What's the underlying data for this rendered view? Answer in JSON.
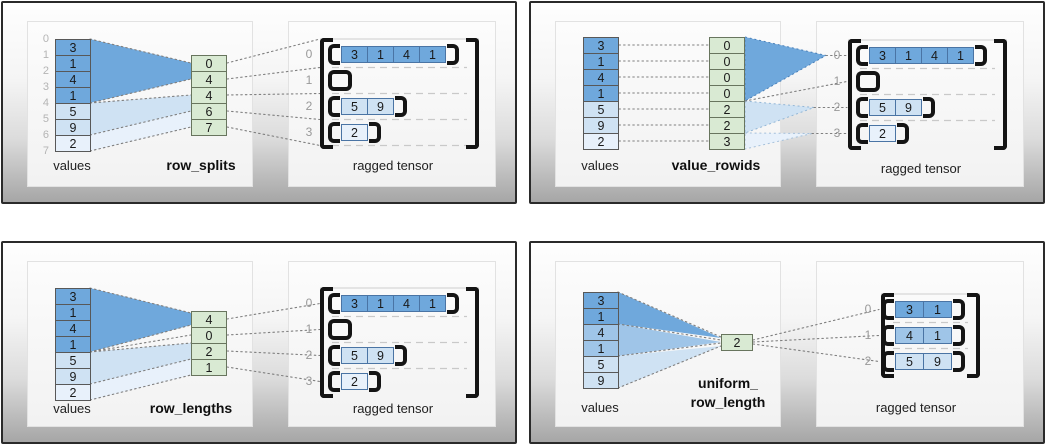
{
  "colors": {
    "cell_dark": "#6fa8dc",
    "cell_medium": "#9fc5e8",
    "cell_light": "#cfe2f3",
    "cell_lightest": "#e8f1fb",
    "key_cell_green": "#d9ead3",
    "connector_gray": "#7f7f7f",
    "separator_gray": "#c9c9c9",
    "bracket_black": "#141414"
  },
  "quads": [
    {
      "values_label": "values",
      "key_label_lines": [
        "row_splits"
      ],
      "ragged_label": "ragged tensor",
      "value_indices": [
        "0",
        "1",
        "2",
        "3",
        "4",
        "5",
        "6",
        "7"
      ],
      "values": [
        "3",
        "1",
        "4",
        "1",
        "5",
        "9",
        "2"
      ],
      "value_shades": [
        "dark",
        "dark",
        "dark",
        "dark",
        "light",
        "light",
        "lightest"
      ],
      "key_values": [
        "0",
        "4",
        "4",
        "6",
        "7"
      ],
      "ragged_rows": [
        {
          "label": "0",
          "cells": [
            "3",
            "1",
            "4",
            "1"
          ],
          "shade": "dark"
        },
        {
          "label": "1",
          "cells": [],
          "shade": "dark"
        },
        {
          "label": "2",
          "cells": [
            "5",
            "9"
          ],
          "shade": "light"
        },
        {
          "label": "3",
          "cells": [
            "2"
          ],
          "shade": "lightest"
        }
      ]
    },
    {
      "values_label": "values",
      "key_label_lines": [
        "value_rowids"
      ],
      "ragged_label": "ragged tensor",
      "values": [
        "3",
        "1",
        "4",
        "1",
        "5",
        "9",
        "2"
      ],
      "value_shades": [
        "dark",
        "dark",
        "dark",
        "dark",
        "light",
        "light",
        "lightest"
      ],
      "key_values": [
        "0",
        "0",
        "0",
        "0",
        "2",
        "2",
        "3"
      ],
      "ragged_rows": [
        {
          "label": "0",
          "cells": [
            "3",
            "1",
            "4",
            "1"
          ],
          "shade": "dark"
        },
        {
          "label": "1",
          "cells": [],
          "shade": "dark"
        },
        {
          "label": "2",
          "cells": [
            "5",
            "9"
          ],
          "shade": "light"
        },
        {
          "label": "3",
          "cells": [
            "2"
          ],
          "shade": "lightest"
        }
      ]
    },
    {
      "values_label": "values",
      "key_label_lines": [
        "row_lengths"
      ],
      "ragged_label": "ragged tensor",
      "values": [
        "3",
        "1",
        "4",
        "1",
        "5",
        "9",
        "2"
      ],
      "value_shades": [
        "dark",
        "dark",
        "dark",
        "dark",
        "light",
        "light",
        "lightest"
      ],
      "key_values": [
        "4",
        "0",
        "2",
        "1"
      ],
      "ragged_rows": [
        {
          "label": "0",
          "cells": [
            "3",
            "1",
            "4",
            "1"
          ],
          "shade": "dark"
        },
        {
          "label": "1",
          "cells": [],
          "shade": "dark"
        },
        {
          "label": "2",
          "cells": [
            "5",
            "9"
          ],
          "shade": "light"
        },
        {
          "label": "3",
          "cells": [
            "2"
          ],
          "shade": "lightest"
        }
      ]
    },
    {
      "values_label": "values",
      "key_label_lines": [
        "uniform_",
        "row_length"
      ],
      "ragged_label": "ragged tensor",
      "values": [
        "3",
        "1",
        "4",
        "1",
        "5",
        "9"
      ],
      "value_shades": [
        "dark",
        "dark",
        "medium",
        "medium",
        "light",
        "light"
      ],
      "key_values": [
        "2"
      ],
      "ragged_rows": [
        {
          "label": "0",
          "cells": [
            "3",
            "1"
          ],
          "shade": "dark"
        },
        {
          "label": "1",
          "cells": [
            "4",
            "1"
          ],
          "shade": "medium"
        },
        {
          "label": "2",
          "cells": [
            "5",
            "9"
          ],
          "shade": "light"
        }
      ]
    }
  ]
}
